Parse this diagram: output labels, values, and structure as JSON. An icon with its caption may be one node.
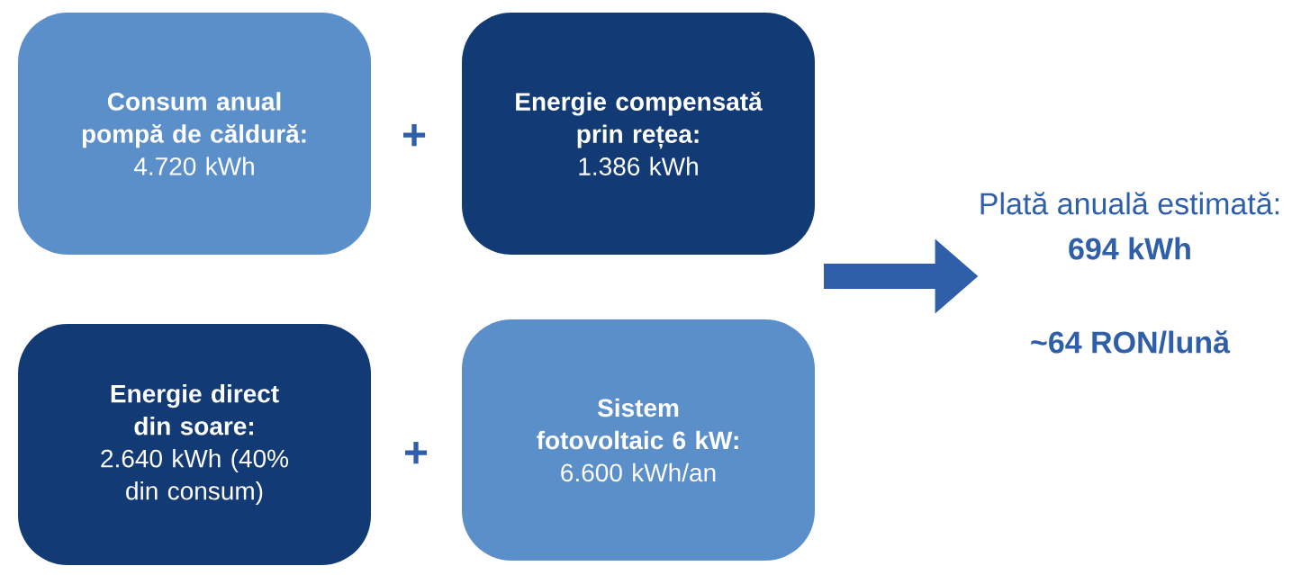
{
  "diagram": {
    "nodes": [
      {
        "text": [
          "Consum anual pompă de căldură:",
          "4.720 kWh"
        ]
      },
      {
        "text": [
          "Energie compensată prin rețea:",
          "1.386 kWh"
        ]
      },
      {
        "text": [
          "Energie direct din soare:",
          "2.640 kWh (40% din consum)"
        ]
      },
      {
        "text": [
          "Sistem fotovoltaic 6 kW:",
          "6.600 kWh/an"
        ]
      },
      {
        "text": [
          "Plată anuală estimată:",
          "694 kWh",
          "~64 RON/lună"
        ]
      }
    ],
    "edges": [
      {
        "from": null,
        "to": 4,
        "arrow": "to"
      }
    ],
    "labels": [
      "+",
      "+"
    ]
  }
}
